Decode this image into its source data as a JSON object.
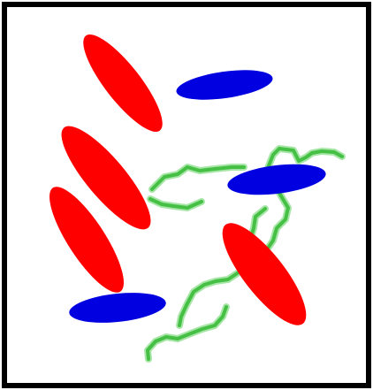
{
  "colors": {
    "background": "#ffffff",
    "frame": "#000000",
    "ellipse_red": "#ff0000",
    "ellipse_blue": "#0000e0",
    "fiber_glow": "#a8e6a8",
    "fiber_core": "#45c045"
  },
  "scene": {
    "red_ellipse_count": 4,
    "blue_ellipse_count": 3,
    "fiber_count": 5
  }
}
